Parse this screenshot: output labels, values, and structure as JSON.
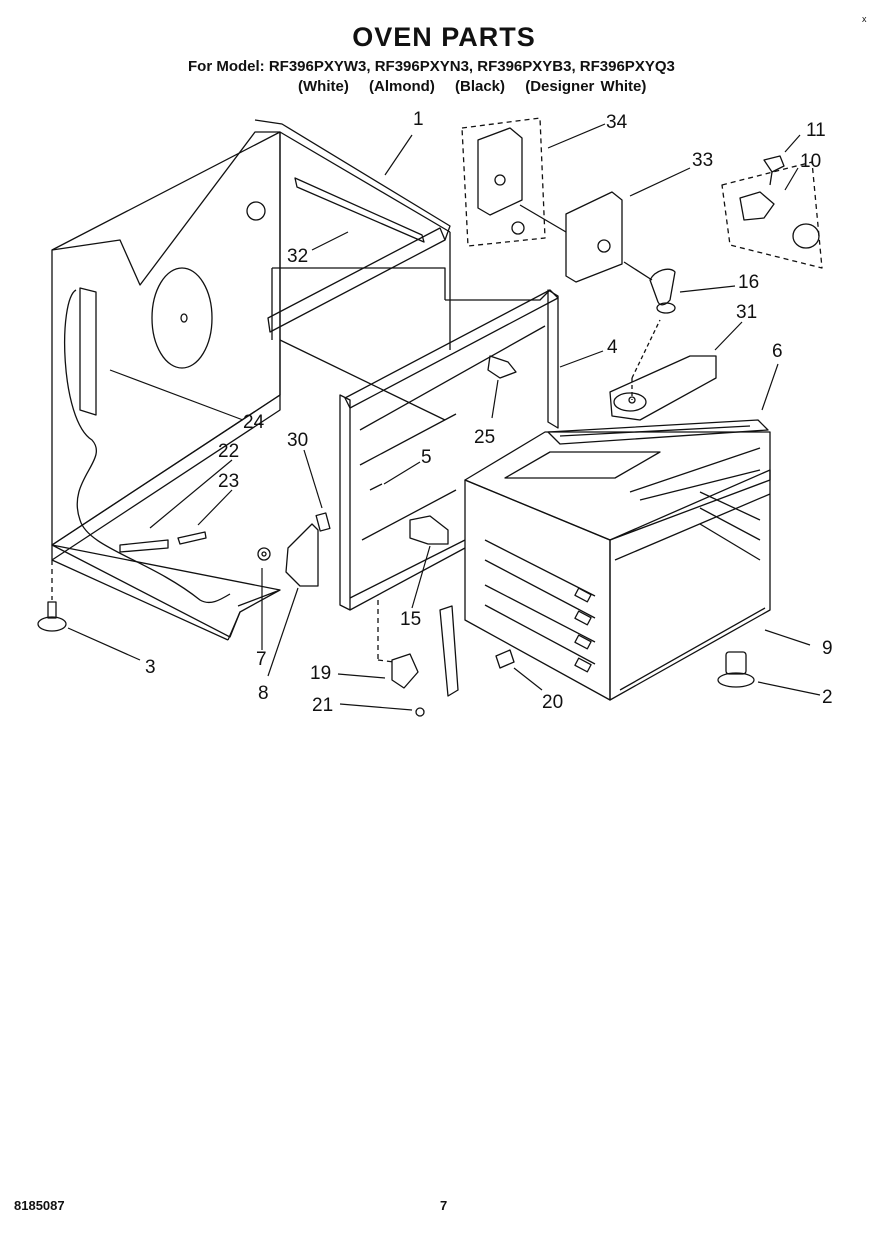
{
  "header": {
    "title": "OVEN PARTS",
    "models": "For Model: RF396PXYW3, RF396PXYN3, RF396PXYB3, RF396PXYQ3",
    "colors": [
      "(White)",
      "(Almond)",
      "(Black)",
      "(Designer White)"
    ],
    "corner_mark": "x"
  },
  "footer": {
    "doc_number": "8185087",
    "page_number": "7"
  },
  "callouts": {
    "c1": "1",
    "c2": "2",
    "c3": "3",
    "c4": "4",
    "c5": "5",
    "c6": "6",
    "c7": "7",
    "c8": "8",
    "c9": "9",
    "c10": "10",
    "c11": "11",
    "c15": "15",
    "c16": "16",
    "c19": "19",
    "c20": "20",
    "c21": "21",
    "c22": "22",
    "c23": "23",
    "c24": "24",
    "c25": "25",
    "c30": "30",
    "c31": "31",
    "c32": "32",
    "c33": "33",
    "c34": "34"
  }
}
